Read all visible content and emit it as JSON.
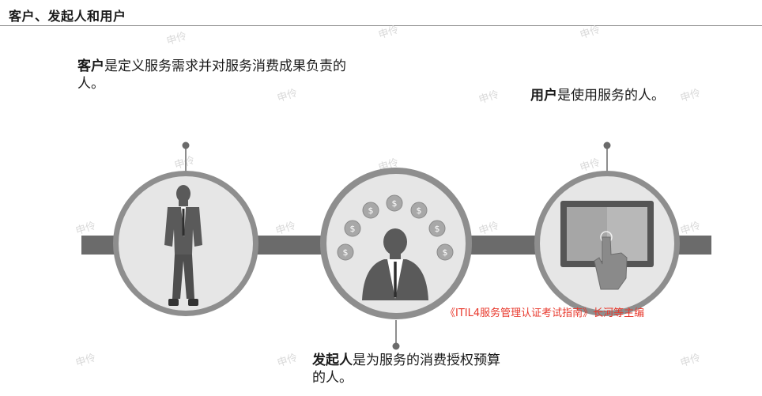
{
  "header": {
    "title": "客户、发起人和用户"
  },
  "customer": {
    "term": "客户",
    "definition": "是定义服务需求并对服务消费成果负责的人。"
  },
  "user": {
    "term": "用户",
    "definition": "是使用服务的人。"
  },
  "sponsor": {
    "term": "发起人",
    "definition": "是为服务的消费授权预算的人。"
  },
  "source_note": "《ITIL4服务管理认证考试指南》长河等主编",
  "watermark_text": "申伶",
  "colors": {
    "bar": "#6b6b6b",
    "ring": "#8e8e8e",
    "circle_fill": "#e6e6e6",
    "note": "#e8382c"
  },
  "icons": {
    "customer": "standing-person-icon",
    "sponsor": "person-with-coins-icon",
    "user": "hand-touching-tablet-icon",
    "pin": "pin-dot-icon"
  }
}
